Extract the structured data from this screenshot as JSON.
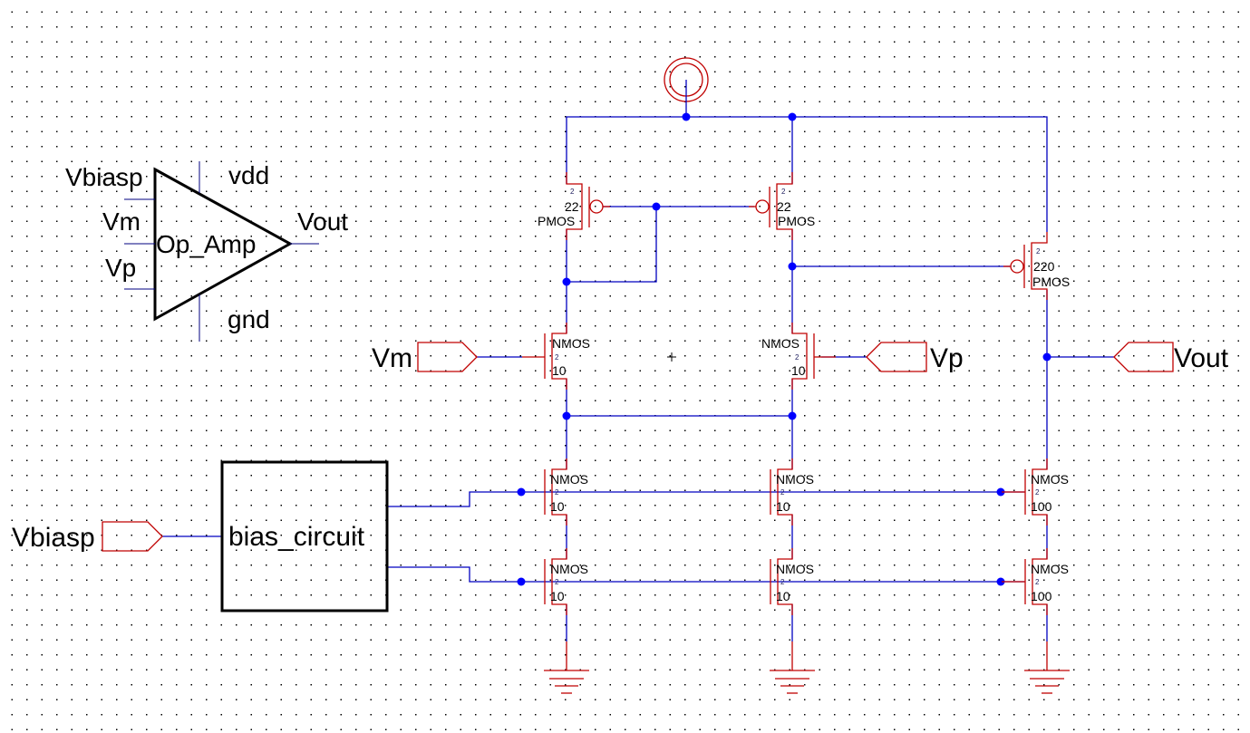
{
  "symbol": {
    "name": "Op_Amp",
    "pins": {
      "vbiasp": "Vbiasp",
      "vm": "Vm",
      "vp": "Vp",
      "vdd": "vdd",
      "gnd": "gnd",
      "vout": "Vout"
    }
  },
  "ports": {
    "vm": "Vm",
    "vp": "Vp",
    "vout": "Vout",
    "vbiasp": "Vbiasp"
  },
  "bias_block": {
    "name": "bias_circuit"
  },
  "transistors": [
    {
      "id": "m-pmos-load-left",
      "type": "PMOS",
      "width": "22",
      "length": "2"
    },
    {
      "id": "m-pmos-load-right",
      "type": "PMOS",
      "width": "22",
      "length": "2"
    },
    {
      "id": "m-pmos-out",
      "type": "PMOS",
      "width": "220",
      "length": "2"
    },
    {
      "id": "m-nmos-in-left",
      "type": "NMOS",
      "width": "10",
      "length": "2"
    },
    {
      "id": "m-nmos-in-right",
      "type": "NMOS",
      "width": "10",
      "length": "2"
    },
    {
      "id": "m-nmos-tail-top-left",
      "type": "NMOS",
      "width": "10",
      "length": "2"
    },
    {
      "id": "m-nmos-tail-top-mid",
      "type": "NMOS",
      "width": "10",
      "length": "2"
    },
    {
      "id": "m-nmos-out-top",
      "type": "NMOS",
      "width": "100",
      "length": "2"
    },
    {
      "id": "m-nmos-tail-bot-left",
      "type": "NMOS",
      "width": "10",
      "length": "2"
    },
    {
      "id": "m-nmos-tail-bot-mid",
      "type": "NMOS",
      "width": "10",
      "length": "2"
    },
    {
      "id": "m-nmos-out-bot",
      "type": "NMOS",
      "width": "100",
      "length": "2"
    }
  ],
  "colors": {
    "wire": "#0000c0",
    "device": "#c00000",
    "junction": "#0000ff",
    "symbol_outline": "#000000"
  }
}
